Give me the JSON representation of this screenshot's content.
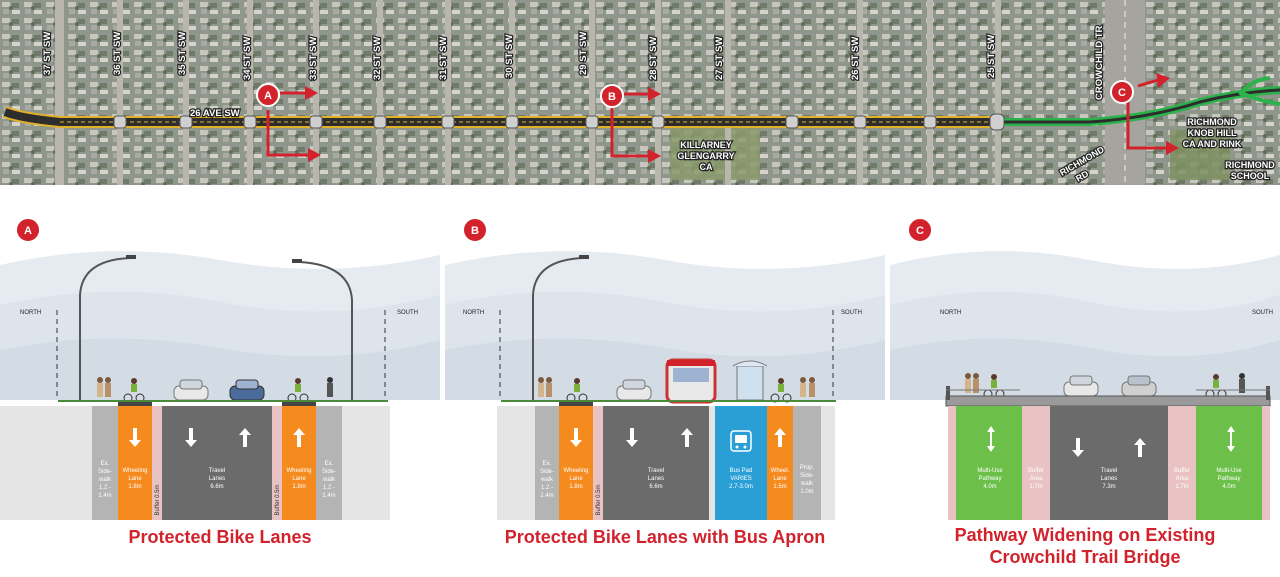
{
  "map": {
    "streets": [
      "37 ST SW",
      "36 ST SW",
      "35 ST SW",
      "34 ST SW",
      "33 ST SW",
      "32 ST SW",
      "31 ST SW",
      "30 ST SW",
      "29 ST SW",
      "28 ST SW",
      "27 ST SW",
      "26 ST SW",
      "25 ST SW",
      "CROWCHILD TR"
    ],
    "avenue": "26 AVE SW",
    "places": {
      "killarney_1": "KILLARNEY",
      "killarney_2": "GLENGARRY",
      "killarney_3": "CA",
      "knob_1": "RICHMOND",
      "knob_2": "KNOB HILL",
      "knob_3": "CA AND RINK",
      "school_1": "RICHMOND",
      "school_2": "SCHOOL",
      "road_1": "RICHMOND",
      "road_2": "RD"
    },
    "colors": {
      "road": "#2d2d2d",
      "road_edge": "#e1b12a",
      "pathway": "#2bb24a",
      "arrow": "#d2222c",
      "aerial": "#8e958a"
    }
  },
  "sections": [
    {
      "marker": "A",
      "title_line1": "Protected Bike Lanes",
      "title_line2": "",
      "dir_left": "NORTH",
      "dir_right": "SOUTH",
      "lanes": [
        {
          "key": "sw_l",
          "label": [
            "Ex.",
            "Side-",
            "walk",
            "1.2 -",
            "1.4m"
          ]
        },
        {
          "key": "bike_l",
          "label": [
            "Wheeling",
            "Lane",
            "1.8m"
          ]
        },
        {
          "key": "buf_l",
          "label": [
            "Buffer 0.5m"
          ]
        },
        {
          "key": "travel",
          "label": [
            "Travel",
            "Lanes",
            "6.6m"
          ]
        },
        {
          "key": "buf_r",
          "label": [
            "Buffer 0.5m"
          ]
        },
        {
          "key": "bike_r",
          "label": [
            "Wheeling",
            "Lane",
            "1.8m"
          ]
        },
        {
          "key": "sw_r",
          "label": [
            "Ex.",
            "Side-",
            "walk",
            "1.2 -",
            "1.4m"
          ]
        }
      ]
    },
    {
      "marker": "B",
      "title_line1": "Protected Bike Lanes with Bus Apron",
      "title_line2": "",
      "dir_left": "NORTH",
      "dir_right": "SOUTH",
      "lanes": [
        {
          "key": "sw_l",
          "label": [
            "Ex.",
            "Side-",
            "walk",
            "1.2 -",
            "1.4m"
          ]
        },
        {
          "key": "bike_l",
          "label": [
            "Wheeling",
            "Lane",
            "1.8m"
          ]
        },
        {
          "key": "buf_l",
          "label": [
            "Buffer 0.5m"
          ]
        },
        {
          "key": "travel",
          "label": [
            "Travel",
            "Lanes",
            "6.6m"
          ]
        },
        {
          "key": "bus",
          "label": [
            "Bus Pad",
            "VARIES",
            "2.7-3.0m"
          ]
        },
        {
          "key": "bike_r",
          "label": [
            "Wheel.",
            "Lane",
            "1.5m"
          ]
        },
        {
          "key": "sw_r",
          "label": [
            "Prop.",
            "Side-",
            "walk",
            "1.0m"
          ]
        }
      ]
    },
    {
      "marker": "C",
      "title_line1": "Pathway Widening on Existing",
      "title_line2": "Crowchild Trail Bridge",
      "dir_left": "NORTH",
      "dir_right": "SOUTH",
      "lanes": [
        {
          "key": "path_l",
          "label": [
            "Multi-Use",
            "Pathway",
            "4.0m"
          ]
        },
        {
          "key": "buf_l",
          "label": [
            "Buffer",
            "Area",
            "1.7m"
          ]
        },
        {
          "key": "travel",
          "label": [
            "Travel",
            "Lanes",
            "7.3m"
          ]
        },
        {
          "key": "buf_r",
          "label": [
            "Buffer",
            "Area",
            "1.7m"
          ]
        },
        {
          "key": "path_r",
          "label": [
            "Multi-Use",
            "Pathway",
            "4.0m"
          ]
        }
      ]
    }
  ],
  "colors": {
    "title_red": "#d2222c",
    "bike_orange": "#f58a1f",
    "travel_grey": "#6b6b6b",
    "sidewalk_grey": "#b4b4b4",
    "buffer_pink": "#e9c3c3",
    "bus_blue": "#2a9fd6",
    "path_green": "#6cc04a",
    "sky": "#e6ebf1"
  }
}
